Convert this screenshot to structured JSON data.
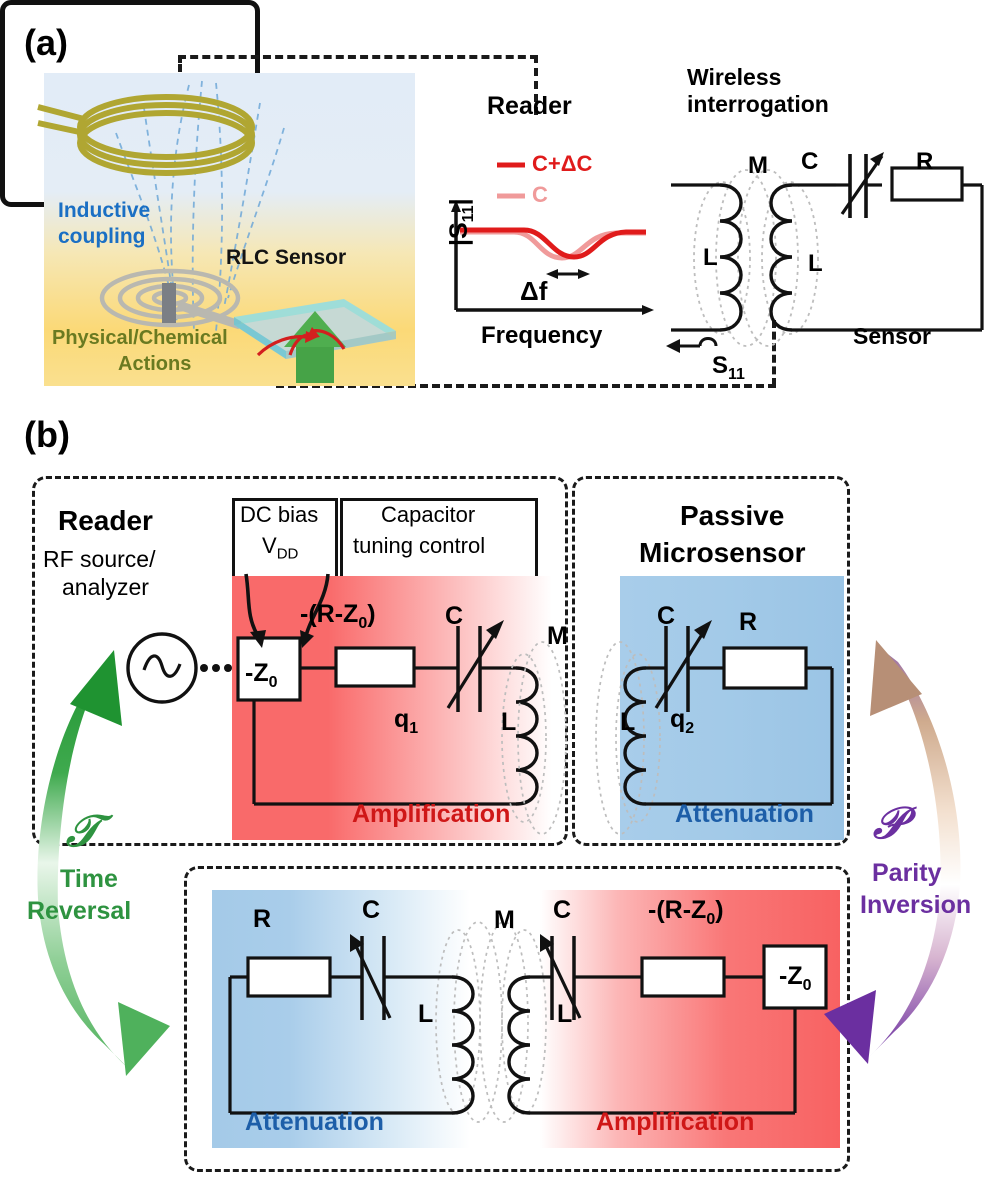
{
  "figure": {
    "panel_a_letter": "(a)",
    "panel_b_letter": "(b)"
  },
  "panel_a": {
    "illustration": {
      "label_inductive": "Inductive",
      "label_coupling": "coupling",
      "label_rlc_sensor": "RLC Sensor",
      "label_physical": "Physical/Chemical",
      "label_actions": "Actions",
      "color_inductive": "#1a6fc4",
      "color_physical": "#6a7a21",
      "color_coil": "#b0a632",
      "bg_top": "#e2ecf7",
      "bg_bottom": "#fbd977"
    },
    "reader": {
      "title": "Reader",
      "legend": [
        {
          "label": "C+ΔC",
          "color": "#e01b1b"
        },
        {
          "label": "C",
          "color": "#f09a9a"
        }
      ],
      "y_axis": "|S",
      "y_axis_sub": "11",
      "y_axis_end": "|",
      "x_axis": "Frequency",
      "annotation": "Δf"
    },
    "wireless": {
      "line1": "Wireless",
      "line2": "interrogation",
      "s_param": "S",
      "s_param_sub": "11"
    },
    "sensor_circuit": {
      "label_M": "M",
      "label_C": "C",
      "label_R": "R",
      "label_L_left": "L",
      "label_L_right": "L",
      "label_sensor": "Sensor"
    }
  },
  "panel_b": {
    "reader_block": {
      "title": "Reader",
      "subtitle_line1": "RF source/",
      "subtitle_line2": "analyzer",
      "source_icon": "sine-source-icon",
      "z0_box": "-Z",
      "z0_sub": "0",
      "dc_bias_line1": "DC bias",
      "dc_bias_line2": "V",
      "dc_bias_sub": "DD",
      "cap_tuning_line1": "Capacitor",
      "cap_tuning_line2": "tuning control",
      "gain_label": "-(R-Z",
      "gain_label_sub": "0",
      "gain_label_end": ")",
      "label_C": "C",
      "label_L": "L",
      "label_q": "q",
      "label_q_sub": "1",
      "label_M": "M",
      "caption": "Amplification",
      "caption_color": "#cf1717"
    },
    "sensor_block": {
      "title_line1": "Passive",
      "title_line2": "Microsensor",
      "label_C": "C",
      "label_R": "R",
      "label_L": "L",
      "label_q": "q",
      "label_q_sub": "2",
      "caption": "Attenuation",
      "caption_color": "#1d5ea8"
    },
    "bottom_left_block": {
      "label_R": "R",
      "label_C": "C",
      "label_L": "L",
      "caption": "Attenuation",
      "caption_color": "#1d5ea8"
    },
    "bottom_right_block": {
      "label_M": "M",
      "label_C": "C",
      "label_L": "L",
      "gain_label": "-(R-Z",
      "gain_label_sub": "0",
      "gain_label_end": ")",
      "z0_box": "-Z",
      "z0_sub": "0",
      "caption": "Amplification",
      "caption_color": "#cf1717"
    },
    "time_reversal": {
      "symbol": "𝒯",
      "line1": "Time",
      "line2": "Reversal",
      "color": "#2e9340"
    },
    "parity_inversion": {
      "symbol": "𝒫",
      "line1": "Parity",
      "line2": "Inversion",
      "color": "#6b2fa0"
    }
  }
}
